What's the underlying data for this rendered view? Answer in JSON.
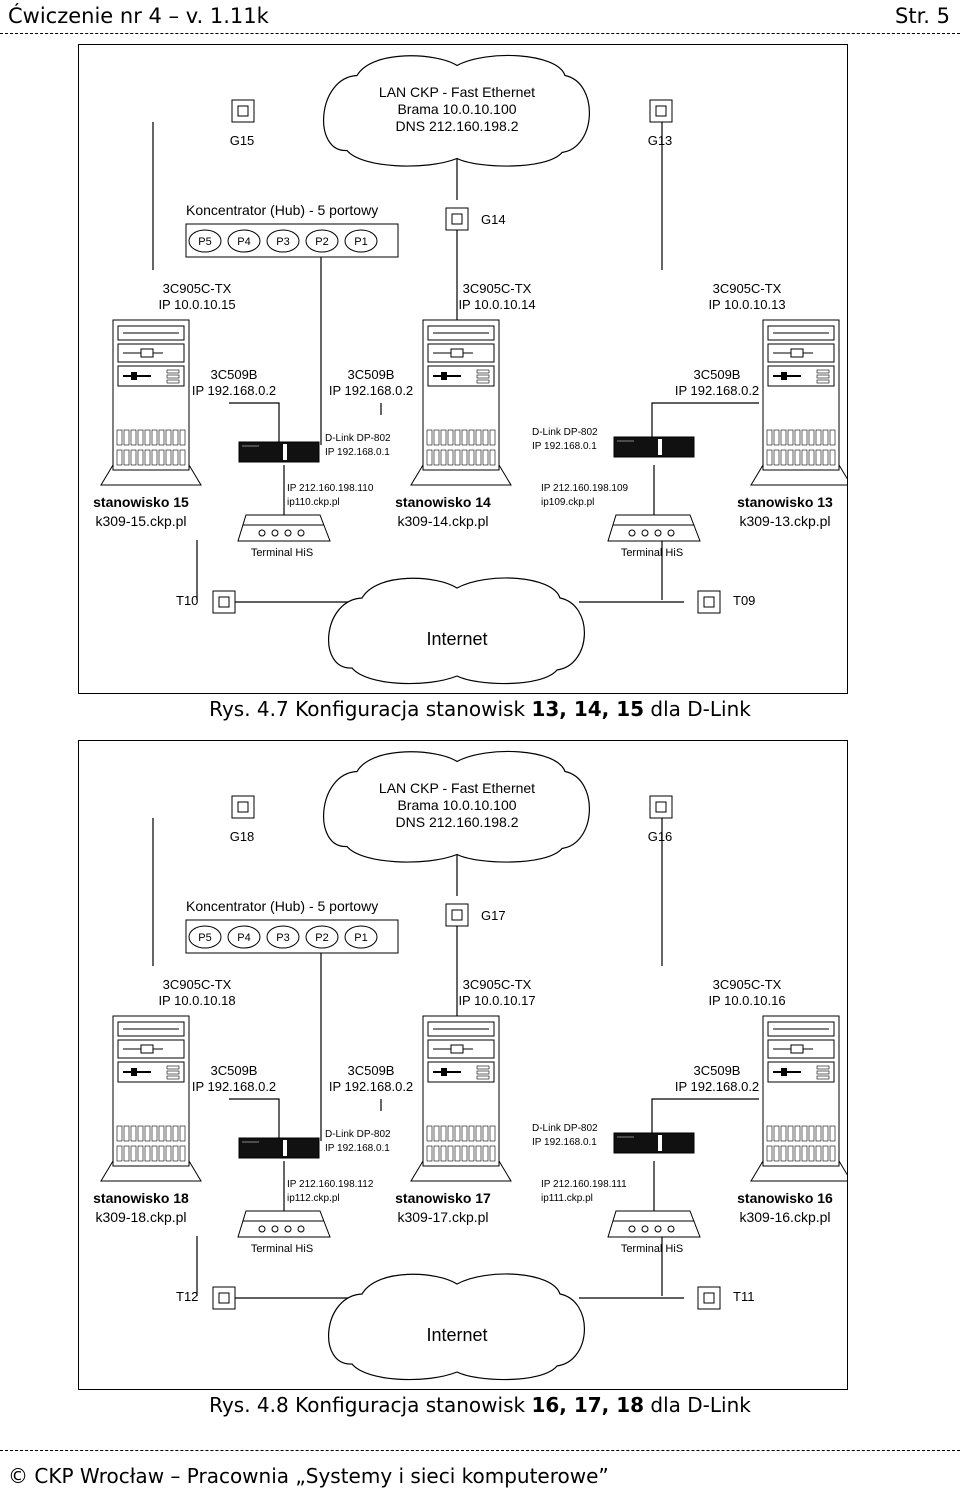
{
  "header": {
    "left": "Ćwiczenie nr 4 – v. 1.11k",
    "right": "Str. 5"
  },
  "footer": {
    "copyright": "©",
    "text": "CKP Wrocław – Pracownia „Systemy i sieci komputerowe”"
  },
  "colors": {
    "line": "#000000",
    "background": "#ffffff",
    "device_fill": "#111111"
  },
  "figures": [
    {
      "caption": "Rys. 4.7 Konfiguracja stanowisk ",
      "caption_bold": "13, 14, 15",
      "caption_end": " dla D-Link",
      "cloud_top": [
        "LAN CKP - Fast Ethernet",
        "Brama 10.0.10.100",
        "DNS 212.160.198.2"
      ],
      "outlet_left": "G15",
      "outlet_right": "G13",
      "outlet_mid": "G14",
      "hub_title": "Koncentrator (Hub) - 5 portowy",
      "hub_ports": [
        "P5",
        "P4",
        "P3",
        "P2",
        "P1"
      ],
      "nic_left": [
        "3C905C-TX",
        "IP 10.0.10.15"
      ],
      "nic_mid": [
        "3C905C-TX",
        "IP 10.0.10.14"
      ],
      "nic_right": [
        "3C905C-TX",
        "IP 10.0.10.13"
      ],
      "isa_left": [
        "3C509B",
        "IP 192.168.0.2"
      ],
      "isa_mid": [
        "3C509B",
        "IP 192.168.0.2"
      ],
      "isa_right": [
        "3C509B",
        "IP 192.168.0.2"
      ],
      "dlink_left": [
        "D-Link DP-802",
        "IP 192.168.0.1"
      ],
      "dlink_right": [
        "D-Link DP-802",
        "IP 192.168.0.1"
      ],
      "station_left": [
        "stanowisko 15",
        "k309-15.ckp.pl"
      ],
      "station_mid": [
        "stanowisko 14",
        "k309-14.ckp.pl"
      ],
      "station_right": [
        "stanowisko 13",
        "k309-13.ckp.pl"
      ],
      "modem_ip_left": [
        "IP 212.160.198.110",
        "ip110.ckp.pl"
      ],
      "modem_ip_right": [
        "IP 212.160.198.109",
        "ip109.ckp.pl"
      ],
      "terminal_left": "Terminal HiS",
      "terminal_right": "Terminal HiS",
      "t_left": "T10",
      "t_right": "T09",
      "internet": "Internet"
    },
    {
      "caption": "Rys. 4.8 Konfiguracja stanowisk ",
      "caption_bold": "16, 17, 18",
      "caption_end": " dla D-Link",
      "cloud_top": [
        "LAN CKP - Fast Ethernet",
        "Brama 10.0.10.100",
        "DNS 212.160.198.2"
      ],
      "outlet_left": "G18",
      "outlet_right": "G16",
      "outlet_mid": "G17",
      "hub_title": "Koncentrator (Hub) - 5 portowy",
      "hub_ports": [
        "P5",
        "P4",
        "P3",
        "P2",
        "P1"
      ],
      "nic_left": [
        "3C905C-TX",
        "IP 10.0.10.18"
      ],
      "nic_mid": [
        "3C905C-TX",
        "IP 10.0.10.17"
      ],
      "nic_right": [
        "3C905C-TX",
        "IP 10.0.10.16"
      ],
      "isa_left": [
        "3C509B",
        "IP 192.168.0.2"
      ],
      "isa_mid": [
        "3C509B",
        "IP 192.168.0.2"
      ],
      "isa_right": [
        "3C509B",
        "IP 192.168.0.2"
      ],
      "dlink_left": [
        "D-Link DP-802",
        "IP 192.168.0.1"
      ],
      "dlink_right": [
        "D-Link DP-802",
        "IP 192.168.0.1"
      ],
      "station_left": [
        "stanowisko 18",
        "k309-18.ckp.pl"
      ],
      "station_mid": [
        "stanowisko 17",
        "k309-17.ckp.pl"
      ],
      "station_right": [
        "stanowisko 16",
        "k309-16.ckp.pl"
      ],
      "modem_ip_left": [
        "IP 212.160.198.112",
        "ip112.ckp.pl"
      ],
      "modem_ip_right": [
        "IP 212.160.198.111",
        "ip111.ckp.pl"
      ],
      "terminal_left": "Terminal HiS",
      "terminal_right": "Terminal HiS",
      "t_left": "T12",
      "t_right": "T11",
      "internet": "Internet"
    }
  ]
}
